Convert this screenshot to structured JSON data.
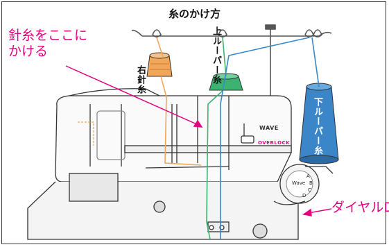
{
  "title": "糸のかけ方",
  "callout_needle": [
    "針糸をここに",
    "かける"
  ],
  "label_right_needle": "右針糸",
  "label_upper_looper": "上ルーパー糸",
  "label_lower_looper": "下ルーパー糸",
  "label_dial": "ダイヤルD",
  "brand_wave": "WAVE",
  "brand_overlock": "OVERLOCK",
  "dial_letters": [
    "A",
    "B",
    "C",
    "D",
    "Wave"
  ],
  "colors": {
    "right_needle": "#f2a65a",
    "upper_looper": "#3cb371",
    "lower_looper": "#3a86c8",
    "callout": "#e4007f"
  }
}
